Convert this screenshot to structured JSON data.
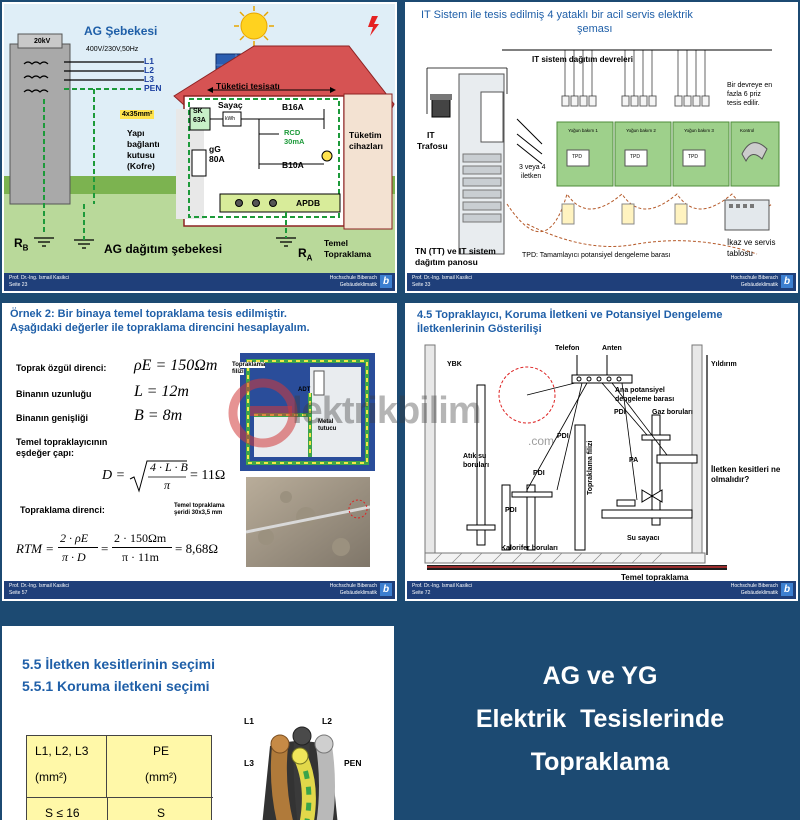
{
  "slide1": {
    "title": "AG Şebekesi",
    "kv": "20kV",
    "voltage": "400V/230V,50Hz",
    "phases": [
      "L1",
      "L2",
      "L3",
      "PEN"
    ],
    "cable": "4x35mm²",
    "consumer_install": "Tüketici tesisatı",
    "meter": "Sayaç",
    "meter_unit": "kWh",
    "sk": "SK\n63A",
    "sk_l1": "SK",
    "sk_l2": "63A",
    "b16": "B16A",
    "rcd_l1": "RCD",
    "rcd_l2": "30mA",
    "gg_l1": "gG",
    "gg_l2": "80A",
    "b10": "B10A",
    "devices_l1": "Tüketim",
    "devices_l2": "cihazları",
    "box_l1": "Yapı",
    "box_l2": "bağlantı",
    "box_l3": "kutusu",
    "box_l4": "(Kofre)",
    "apdb": "APDB",
    "rb": "R",
    "rb_sub": "B",
    "ra": "R",
    "ra_sub": "A",
    "grid": "AG dağıtım şebekesi",
    "earth_l1": "Temel",
    "earth_l2": "Topraklama",
    "footer_left_1": "Prof. Dr.-Ing. Ismail Kasikci",
    "footer_left_2": "Seite 23",
    "footer_right_1": "Hochschule Biberach",
    "footer_right_2": "Gebäudeklimatik"
  },
  "slide2": {
    "title_l1": "IT Sistem ile tesis edilmiş 4 yataklı bir acil servis elektrik",
    "title_l2": "şeması",
    "circuits": "IT sistem dağıtım devreleri",
    "note_l1": "Bir devreye en",
    "note_l2": "fazla 6 priz",
    "note_l3": "tesis edilir.",
    "trafo_l1": "IT",
    "trafo_l2": "Trafosu",
    "cables_l1": "3 veya 4",
    "cables_l2": "iletken",
    "panel_l1": "TN (TT) ve IT sistem",
    "panel_l2": "dağıtım panosu",
    "tpd": "TPD: Tamamlayıcı potansiyel dengeleme barası",
    "alarm_l1": "İkaz ve servis",
    "alarm_l2": "tablosu",
    "beds": [
      "Yoğun bakım 1",
      "Yoğun bakım 2",
      "Yoğun bakım 3",
      "Kontrol"
    ],
    "tpd_short": "TPD",
    "footer_left_1": "Prof. Dr.-Ing. Ismail Kasikci",
    "footer_left_2": "Seite 33",
    "footer_right_1": "Hochschule Biberach",
    "footer_right_2": "Gebäudeklimatik"
  },
  "slide3": {
    "title_l1": "Örnek 2: Bir binaya temel topraklama tesis edilmiştir.",
    "title_l2": "Aşağıdaki değerler ile topraklama direncini hesaplayalım.",
    "rho_label": "Toprak özgül direnci:",
    "rho_value": "ρE = 150Ωm",
    "len_label": "Binanın uzunluğu",
    "len_value": "L = 12m",
    "wid_label": "Binanın genişliği",
    "wid_value": "B = 8m",
    "diam_label_l1": "Temel topraklayıcının",
    "diam_label_l2": "eşdeğer çapı:",
    "diam_formula_left": "D =",
    "diam_formula_num": "4 · L · B",
    "diam_formula_den": "π",
    "diam_formula_res": "= 11Ω",
    "res_label": "Topraklama direnci:",
    "res_lhs": "RTM =",
    "res_num1": "2 · ρE",
    "res_den1": "π · D",
    "res_eq": "=",
    "res_num2": "2 · 150Ωm",
    "res_den2": "π · 11m",
    "res_result": "= 8,68Ω",
    "fig_label1_l1": "Topraklama",
    "fig_label1_l2": "filizi",
    "fig_adt": "ADT",
    "fig_label2_l1": "Metal",
    "fig_label2_l2": "tutucu",
    "photo_label_l1": "Temel topraklama",
    "photo_label_l2": "şeridi 30x3,5 mm",
    "footer_left_1": "Prof. Dr.-Ing. Ismail Kasikci",
    "footer_left_2": "Seite 57",
    "footer_right_1": "Hochschule Biberach",
    "footer_right_2": "Gebäudeklimatik"
  },
  "slide4": {
    "title_l1": "4.5 Topraklayıcı, Koruma İletkeni ve Potansiyel Dengeleme",
    "title_l2": "İletkenlerinin Gösterilişi",
    "telefon": "Telefon",
    "anten": "Anten",
    "ybk": "YBK",
    "yildirim": "Yıldırım",
    "main_bar_l1": "Ana potansiyel",
    "main_bar_l2": "dengeleme barası",
    "pdi": "PDI",
    "gas": "Gaz boruları",
    "pa": "PA",
    "sewer_l1": "Atık su",
    "sewer_l2": "boruları",
    "question_l1": "İletken kesitleri ne",
    "question_l2": "olmalıdır?",
    "heater": "Kalorifer boruları",
    "riser": "Topraklama filizi",
    "water": "Su sayacı",
    "ground": "Temel topraklama",
    "footer_left_1": "Prof. Dr.-Ing. Ismail Kasikci",
    "footer_left_2": "Seite 72",
    "footer_right_1": "Hochschule Biberach",
    "footer_right_2": "Gebäudeklimatik"
  },
  "slide5": {
    "heading1": "5.5  İletken kesitlerinin seçimi",
    "heading2": "5.5.1 Koruma iletkeni seçimi",
    "table": {
      "h1_l1": "L1, L2, L3",
      "h1_l2": "(mm²)",
      "h2_l1": "PE",
      "h2_l2": "(mm²)",
      "r1c1": "S ≤ 16",
      "r1c2": "S"
    },
    "cable_labels": [
      "L1",
      "L2",
      "L3",
      "PEN"
    ]
  },
  "watermark": {
    "brand": "lektrikbilim",
    "com": ".com"
  },
  "main_title": {
    "line1": "AG ve YG",
    "line2": "Elektrik  Tesislerinde",
    "line3": "Topraklama"
  }
}
